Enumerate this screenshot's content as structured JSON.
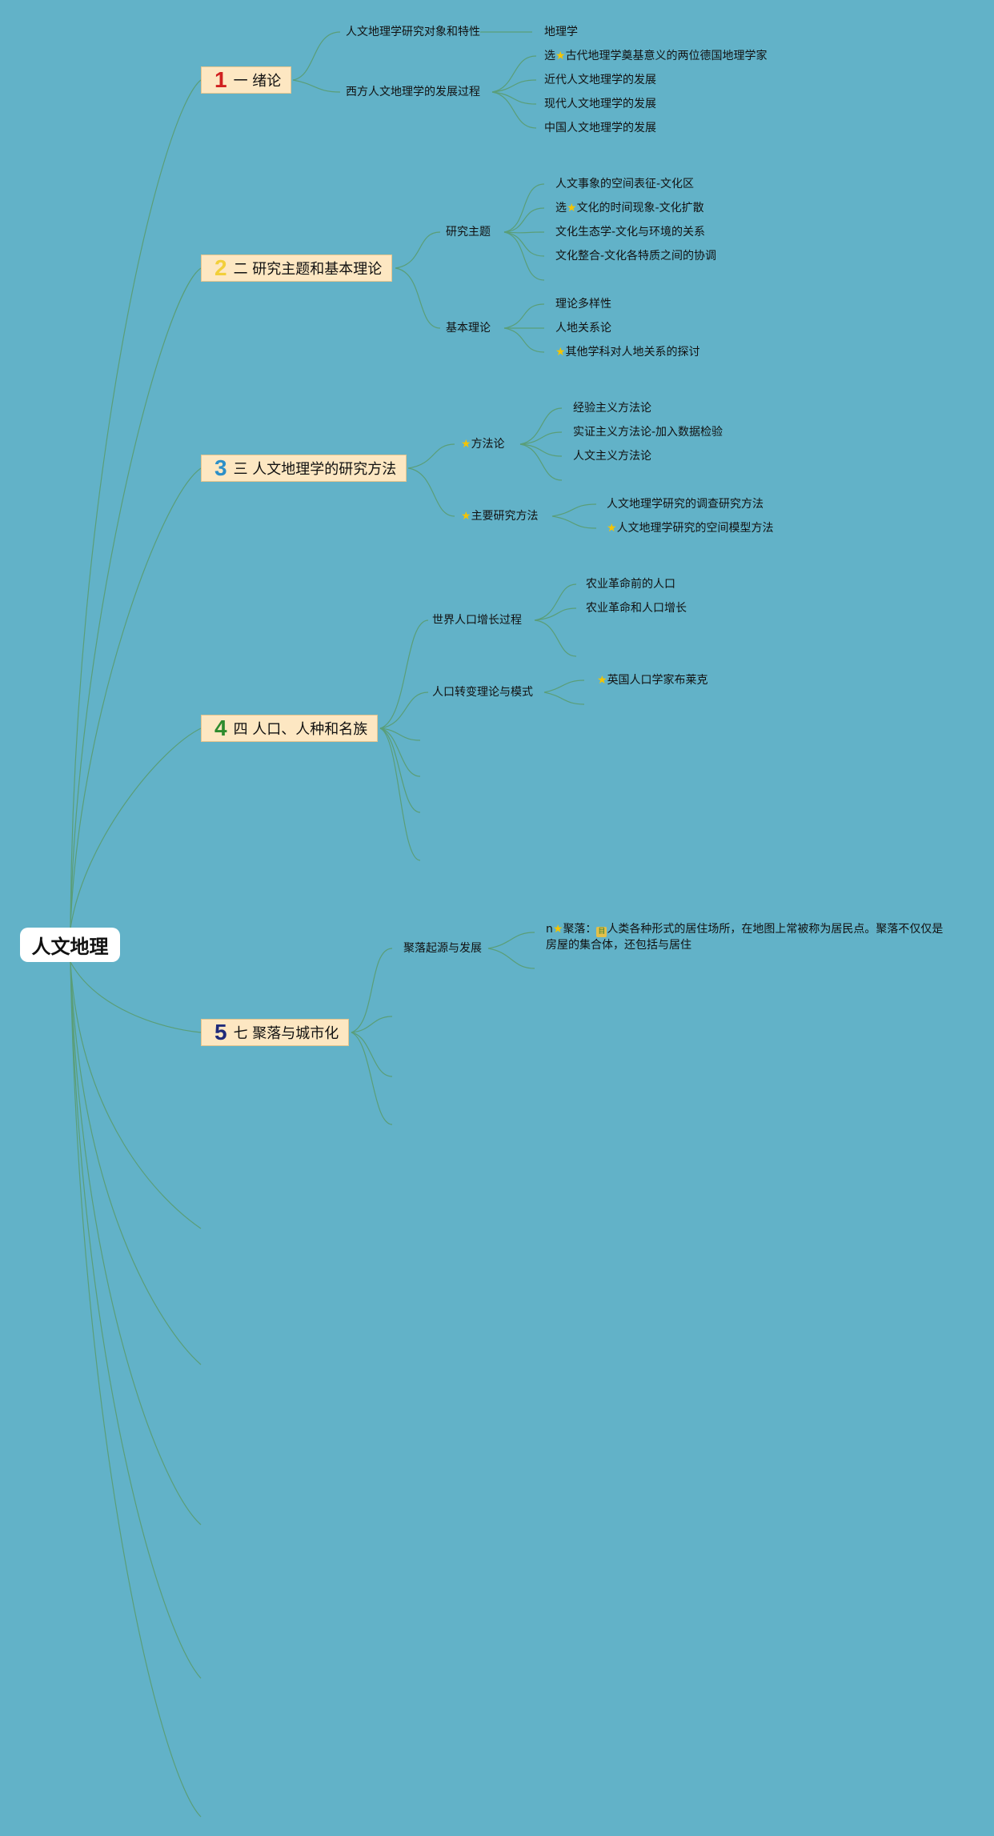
{
  "root": {
    "label": "人文地理"
  },
  "colors": {
    "background": "#62b2c8",
    "chapter_fill": "#fde7c2",
    "link": "#5a9e78"
  },
  "chapters": {
    "c1": {
      "num": "1",
      "num_color": "#d0201f",
      "label": "一 绪论",
      "subs": {
        "s1": {
          "label": "人文地理学研究对象和特性",
          "leaves": {
            "l1": "地理学"
          }
        },
        "s2": {
          "label": "西方人文地理学的发展过程",
          "leaves": {
            "l1_pre": "选",
            "l1_post": "古代地理学奠基意义的两位德国地理学家",
            "l2": "近代人文地理学的发展",
            "l3": "现代人文地理学的发展",
            "l4": "中国人文地理学的发展"
          }
        }
      }
    },
    "c2": {
      "num": "2",
      "num_color": "#f2cf3a",
      "label": "二 研究主题和基本理论",
      "subs": {
        "s1": {
          "label": "研究主题",
          "leaves": {
            "l1": "人文事象的空间表征-文化区",
            "l2_pre": "选",
            "l2_post": "文化的时间现象-文化扩散",
            "l3": "文化生态学-文化与环境的关系",
            "l4": "文化整合-文化各特质之间的协调"
          }
        },
        "s2": {
          "label": "基本理论",
          "leaves": {
            "l1": "理论多样性",
            "l2": "人地关系论",
            "l3_post": "其他学科对人地关系的探讨"
          }
        }
      }
    },
    "c3": {
      "num": "3",
      "num_color": "#2c8fc8",
      "label": "三 人文地理学的研究方法",
      "subs": {
        "s1": {
          "label": "方法论",
          "leaves": {
            "l1": "经验主义方法论",
            "l2": "实证主义方法论-加入数据检验",
            "l3": "人文主义方法论"
          }
        },
        "s2": {
          "label": "主要研究方法",
          "leaves": {
            "l1": "人文地理学研究的调查研究方法",
            "l2": "人文地理学研究的空间模型方法"
          }
        }
      }
    },
    "c4": {
      "num": "4",
      "num_color": "#2e8b2e",
      "label": "四 人口、人种和名族",
      "subs": {
        "s1": {
          "label": "世界人口增长过程",
          "leaves": {
            "l1": "农业革命前的人口",
            "l2": "农业革命和人口增长"
          }
        },
        "s2": {
          "label": "人口转变理论与模式",
          "leaves": {
            "l1": "英国人口学家布莱克"
          }
        }
      }
    },
    "c5": {
      "num": "5",
      "num_color": "#1f2a7a",
      "label": "七 聚落与城市化",
      "subs": {
        "s1": {
          "label": "聚落起源与发展",
          "leaves": {
            "l1_pre": "n",
            "l1_mid": "聚落：",
            "l1_book": "目",
            "l1_post": "人类各种形式的居住场所，在地图上常被称为居民点。聚落不仅仅是房屋的集合体，还包括与居住"
          }
        }
      }
    }
  }
}
